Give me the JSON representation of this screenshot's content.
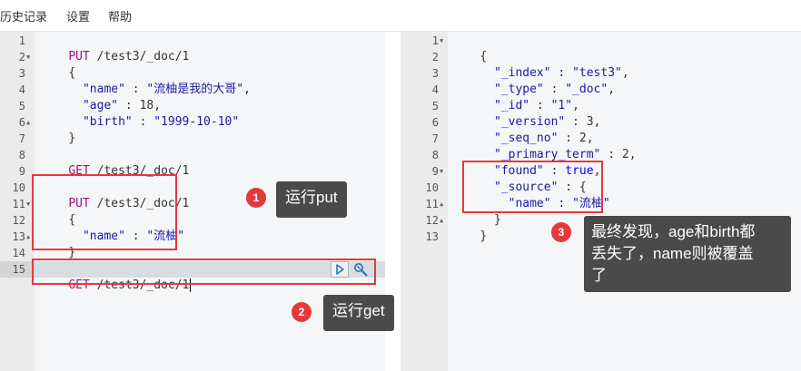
{
  "menu": {
    "history": "历史记录",
    "settings": "设置",
    "help": "帮助"
  },
  "left_editor": {
    "lines": [
      {
        "n": "1",
        "fold": ""
      },
      {
        "n": "2",
        "fold": "▼"
      },
      {
        "n": "3",
        "fold": ""
      },
      {
        "n": "4",
        "fold": ""
      },
      {
        "n": "5",
        "fold": ""
      },
      {
        "n": "6",
        "fold": "▲"
      },
      {
        "n": "7",
        "fold": ""
      },
      {
        "n": "8",
        "fold": ""
      },
      {
        "n": "9",
        "fold": ""
      },
      {
        "n": "10",
        "fold": ""
      },
      {
        "n": "11",
        "fold": "▼"
      },
      {
        "n": "12",
        "fold": ""
      },
      {
        "n": "13",
        "fold": "▲"
      },
      {
        "n": "14",
        "fold": ""
      },
      {
        "n": "15",
        "fold": ""
      }
    ],
    "code": {
      "l1_method": "PUT",
      "l1_path": " /test3/_doc/1",
      "l2": "{",
      "l3_key": "  \"name\"",
      "l3_sep": " : ",
      "l3_val": "\"流柚是我的大哥\"",
      "l3_end": ",",
      "l4_key": "  \"age\"",
      "l4_sep": " : ",
      "l4_val": "18",
      "l4_end": ",",
      "l5_key": "  \"birth\"",
      "l5_sep": " : ",
      "l5_val": "\"1999-10-10\"",
      "l6": "}",
      "l8_method": "GET",
      "l8_path": " /test3/_doc/1",
      "l10_method": "PUT",
      "l10_path": " /test3/_doc/1",
      "l11": "{",
      "l12_key": "  \"name\"",
      "l12_sep": " : ",
      "l12_val": "\"流柚\"",
      "l13": "}",
      "l15_method": "GET",
      "l15_path": " /test3/_doc/1"
    }
  },
  "right_editor": {
    "lines": [
      {
        "n": "1",
        "fold": "▼"
      },
      {
        "n": "2",
        "fold": ""
      },
      {
        "n": "3",
        "fold": ""
      },
      {
        "n": "4",
        "fold": ""
      },
      {
        "n": "5",
        "fold": ""
      },
      {
        "n": "6",
        "fold": ""
      },
      {
        "n": "7",
        "fold": ""
      },
      {
        "n": "8",
        "fold": ""
      },
      {
        "n": "9",
        "fold": "▼"
      },
      {
        "n": "10",
        "fold": ""
      },
      {
        "n": "11",
        "fold": "▲"
      },
      {
        "n": "12",
        "fold": "▲"
      },
      {
        "n": "13",
        "fold": ""
      }
    ],
    "code": {
      "r1": "{",
      "r2_key": "  \"_index\"",
      "r2_val": "\"test3\"",
      "r3_key": "  \"_type\"",
      "r3_val": "\"_doc\"",
      "r4_key": "  \"_id\"",
      "r4_val": "\"1\"",
      "r5_key": "  \"_version\"",
      "r5_val": "3",
      "r6_key": "  \"_seq_no\"",
      "r6_val": "2",
      "r7_key": "  \"_primary_term\"",
      "r7_val": "2",
      "r8_key": "  \"found\"",
      "r8_val": "true",
      "r9_key": "  \"_source\"",
      "r9_val": "{",
      "r10_key": "    \"name\"",
      "r10_val": "\"流柚\"",
      "r11": "  }",
      "r12": "}",
      "sep": " : ",
      "comma": ","
    }
  },
  "annotations": {
    "a1_num": "1",
    "a1_text": "运行put",
    "a2_num": "2",
    "a2_text": "运行get",
    "a3_num": "3",
    "a3_line1": "最终发现，age和birth都",
    "a3_line2": "丢失了，name则被覆盖",
    "a3_line3": "了"
  },
  "icons": {
    "run": "play-icon",
    "settings": "wrench-icon"
  },
  "colors": {
    "keyword": "#a1127a",
    "string": "#1a1aa6",
    "highlight": "#e5393c",
    "tooltip": "#4a4a4a"
  }
}
